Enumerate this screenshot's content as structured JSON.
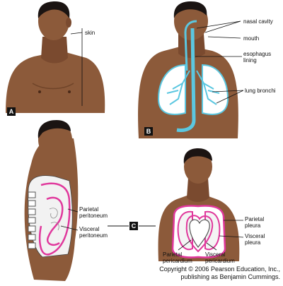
{
  "panels": {
    "a": {
      "letter": "A",
      "labels": {
        "skin": "skin"
      }
    },
    "b": {
      "letter": "B",
      "labels": {
        "nasal_cavity": "nasal cavity",
        "mouth": "mouth",
        "esophagus_lining": "esophagus\nlining",
        "lung_bronchi": "lung bronchi"
      }
    },
    "c": {
      "letter": "C",
      "labels": {
        "parietal_peritoneum": "Parietal\nperitoneum",
        "visceral_peritoneum": "Visceral\nperitoneum",
        "parietal_pleura": "Parietal\npleura",
        "visceral_pleura": "Visceral\npleura",
        "parietal_pericardium": "Parietal\npericardium",
        "visceral_pericardium": "Visceral\npericardium"
      }
    }
  },
  "copyright": "Copyright © 2006 Pearson Education, Inc.,\npublishing as Benjamin Cummings.",
  "colors": {
    "skin": "#8c5a3a",
    "skin_shade": "#6f4429",
    "hair": "#1b1412",
    "lining": "#5bc7e0",
    "membrane": "#e0389c",
    "lung_fill": "#ffffff"
  }
}
